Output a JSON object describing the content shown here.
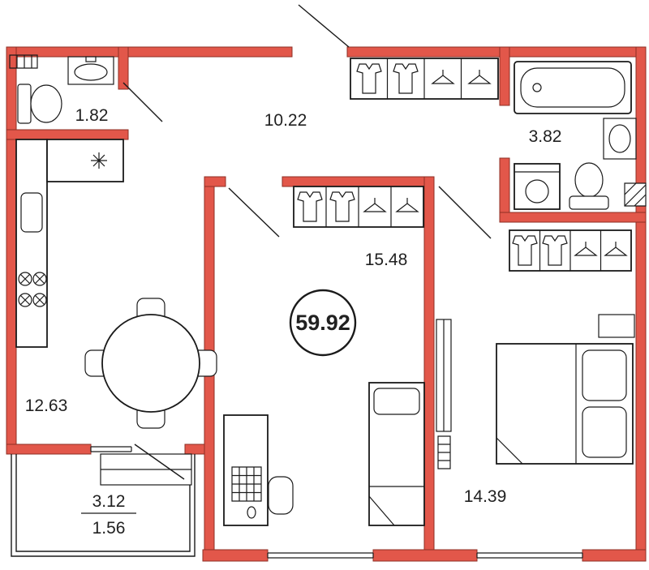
{
  "floor_plan": {
    "total_area_label": "59.92",
    "rooms": {
      "wc": "1.82",
      "hallway": "10.22",
      "bathroom": "3.82",
      "living_room": "15.48",
      "kitchen": "12.63",
      "bedroom": "14.39",
      "balcony_full": "3.12",
      "balcony_reduced": "1.56"
    },
    "fixtures": [
      "vent-shaft",
      "toilet",
      "wall-sink",
      "bathtub",
      "washing-machine",
      "wardrobe-shirts",
      "wardrobe-hangers",
      "single-bed",
      "double-bed",
      "pillows",
      "desk",
      "keyboard",
      "mouse",
      "office-chair",
      "dining-table",
      "chairs",
      "kitchen-counter",
      "kitchen-sink",
      "stove-burners",
      "hob-star",
      "radiator",
      "nightstand",
      "balcony-cabinet",
      "windows",
      "door-swings"
    ],
    "colors": {
      "wall_fill": "#e2574a",
      "wall_stroke": "#8e2f24",
      "line": "#1a1a1a",
      "background": "#ffffff"
    }
  }
}
